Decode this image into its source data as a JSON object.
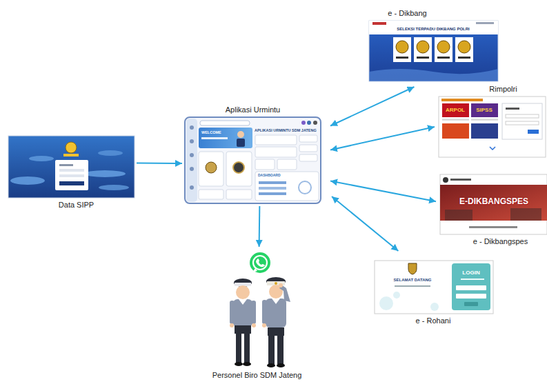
{
  "diagram": {
    "nodes": [
      {
        "text": [
          "Data SIPP"
        ]
      },
      {
        "text": [
          "Aplikasi Urmintu"
        ]
      },
      {
        "text": [
          "e - Dikbang"
        ]
      },
      {
        "text": [
          "Rimpolri"
        ]
      },
      {
        "text": [
          "e - Dikbangspes"
        ]
      },
      {
        "text": [
          "e - Rohani"
        ]
      },
      {
        "text": [
          "Personel Biro SDM Jateng"
        ]
      }
    ],
    "edges": [
      {
        "from": 0,
        "to": 1,
        "arrow": "to"
      },
      {
        "from": 1,
        "to": 2,
        "arrow": "both"
      },
      {
        "from": 1,
        "to": 3,
        "arrow": "both"
      },
      {
        "from": 1,
        "to": 4,
        "arrow": "both"
      },
      {
        "from": 1,
        "to": 5,
        "arrow": "both"
      },
      {
        "from": 1,
        "to": 6,
        "arrow": "to"
      }
    ],
    "labels": [
      "SELEKSI TERPADU DIKBANG POLRI",
      "WELCOME",
      "APLIKASI URMINTU SDM JATENG",
      "DASHBOARD",
      "ARPOL",
      "SIPSS",
      "E-DIKBANGSPES",
      "SELAMAT DATANG",
      "LOGIN"
    ]
  }
}
